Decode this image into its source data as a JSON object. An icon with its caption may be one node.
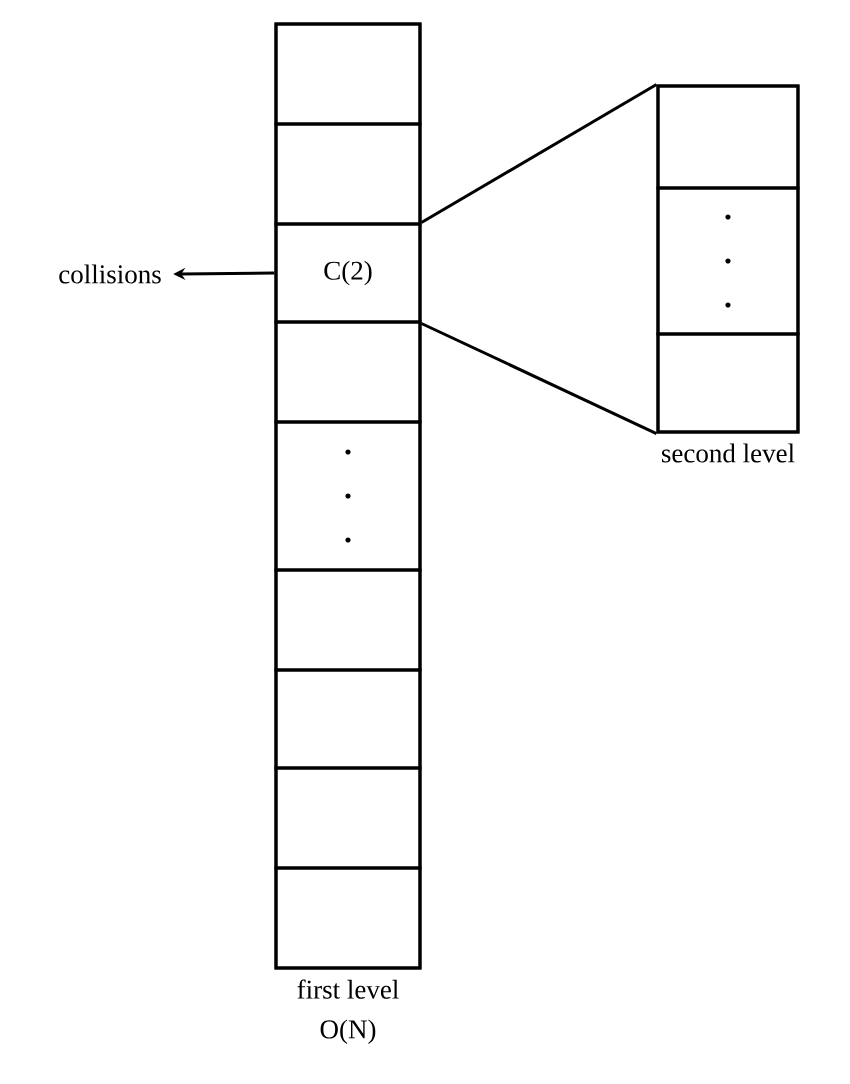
{
  "diagram": {
    "nodes": [
      {
        "text": [
          "first level",
          "O(N)"
        ]
      },
      {
        "text": [],
        "shape": "box",
        "in": 0
      },
      {
        "text": [],
        "shape": "box",
        "in": 0
      },
      {
        "text": [
          "C(2)"
        ],
        "in": 0
      },
      {
        "text": [],
        "shape": "box",
        "in": 0
      },
      {
        "text": [],
        "shape": "box",
        "in": 0
      },
      {
        "text": [],
        "shape": "box",
        "in": 0
      },
      {
        "text": [],
        "shape": "box",
        "in": 0
      },
      {
        "text": [],
        "shape": "box",
        "in": 0
      },
      {
        "text": [],
        "shape": "box",
        "in": 0
      },
      {
        "text": [
          "second level"
        ]
      },
      {
        "text": [],
        "shape": "box",
        "in": 10
      },
      {
        "text": [],
        "shape": "box",
        "in": 10
      },
      {
        "text": [],
        "shape": "box",
        "in": 10
      },
      {
        "text": [
          "collisions"
        ]
      }
    ],
    "edges": [
      {
        "from": 3,
        "to": 14,
        "arrow": "to"
      },
      {
        "from": 3,
        "to": 10,
        "arrow": "none"
      },
      {
        "from": 3,
        "to": 10,
        "arrow": "none"
      }
    ]
  }
}
